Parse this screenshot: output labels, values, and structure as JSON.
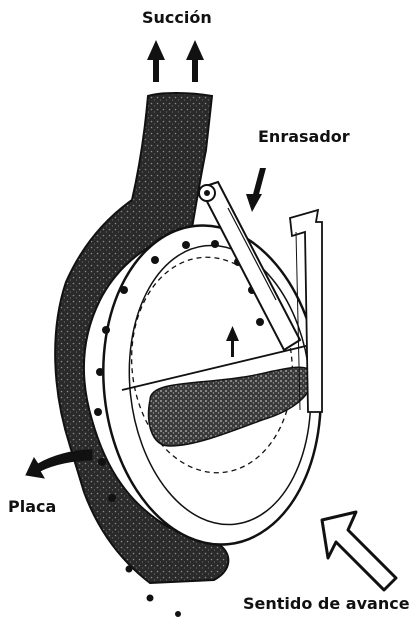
{
  "labels": {
    "suction": "Succión",
    "leveler": "Enrasador",
    "plate": "Placa",
    "direction": "Sentido de avance"
  },
  "colors": {
    "ink": "#111111",
    "paper": "#ffffff",
    "shade": "#2a2a2a",
    "speckle": "#555555"
  }
}
